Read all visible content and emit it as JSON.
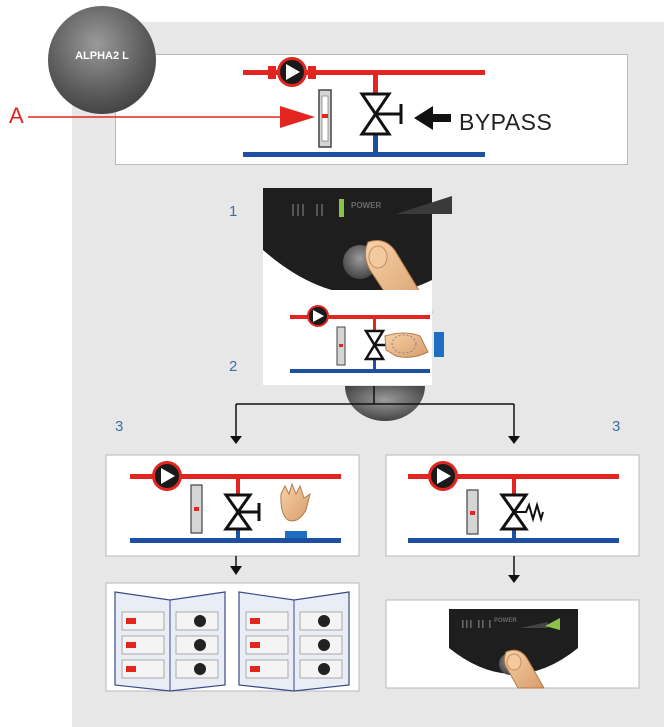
{
  "badge": {
    "label": "ALPHA2 L"
  },
  "marker": {
    "label": "A"
  },
  "bypass": {
    "label": "BYPASS"
  },
  "steps": {
    "s1": "1",
    "s2": "2",
    "s3_left": "3",
    "s3_right": "3"
  },
  "display": {
    "power_label": "POWER"
  },
  "colors": {
    "red": "#e2251f",
    "blue": "#1d4fa3",
    "step_text": "#3c6ea5",
    "panel": "#e7e7e7"
  }
}
